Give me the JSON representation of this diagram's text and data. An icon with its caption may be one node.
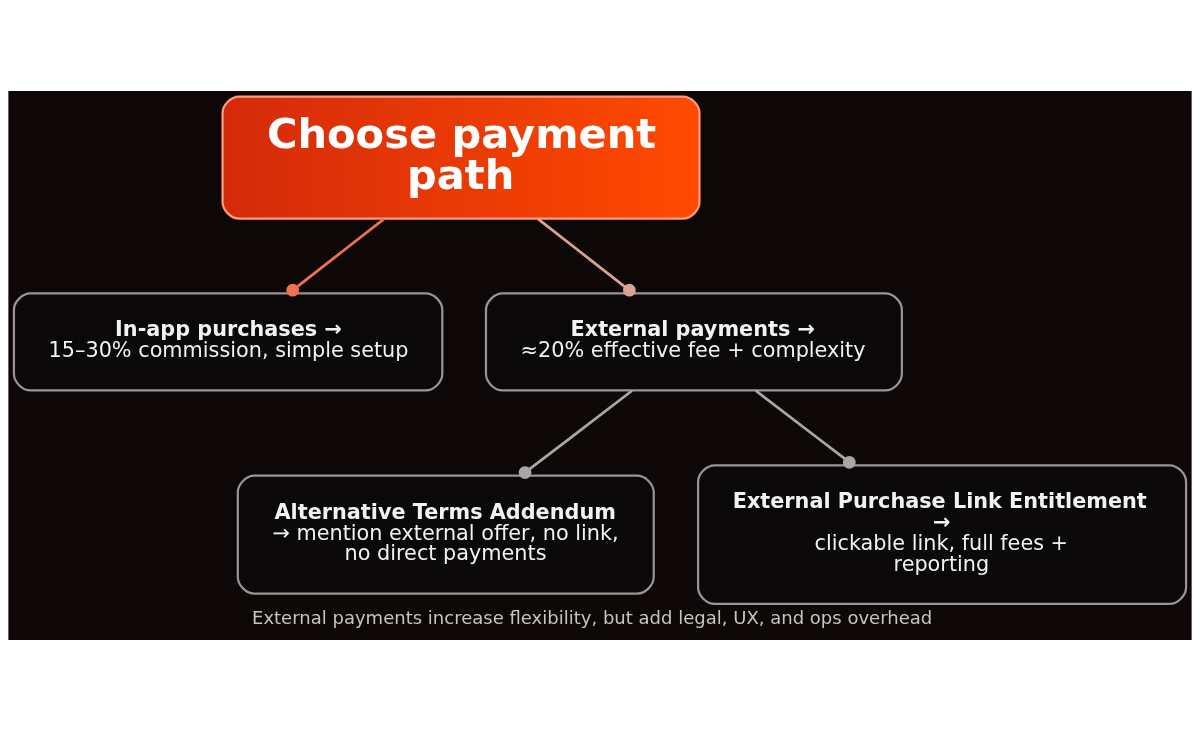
{
  "diagram": {
    "caption": "External payments increase flexibility, but add legal, UX, and ops overhead",
    "nodes": [
      {
        "text": [
          "Choose payment path"
        ]
      },
      {
        "text": [
          "In-app purchases →",
          "15–30% commission, simple setup"
        ]
      },
      {
        "text": [
          "External payments →",
          "≈20% effective fee + complexity"
        ]
      },
      {
        "text": [
          "Alternative Terms Addendum",
          "→ mention external offer, no link, no direct payments"
        ]
      },
      {
        "text": [
          "External Purchase Link Entitlement →",
          "clickable link, full fees + reporting"
        ]
      }
    ],
    "edges": [
      {
        "from": 0,
        "to": 1,
        "arrow": "other",
        "color": "#f0704f"
      },
      {
        "from": 0,
        "to": 2,
        "arrow": "other",
        "color": "#dba193"
      },
      {
        "from": 2,
        "to": 3,
        "arrow": "other"
      },
      {
        "from": 2,
        "to": 4,
        "arrow": "other"
      }
    ]
  }
}
